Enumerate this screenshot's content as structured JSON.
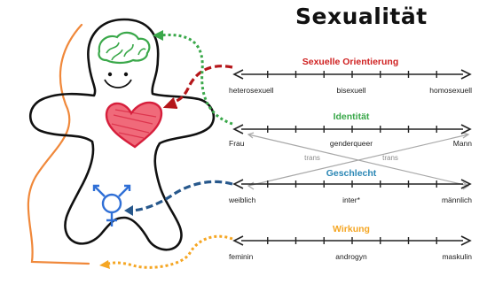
{
  "title": "Sexualität",
  "colors": {
    "orientation": "#cf1f1f",
    "identity": "#3aa84a",
    "sex": "#2b87b5",
    "expression": "#f5a623",
    "body_outline": "#111111",
    "brain": "#3aa84a",
    "heart": "#e0334a",
    "symbol": "#2f6fd6",
    "side_line": "#f0883a",
    "cross_lines": "#a8a8a8"
  },
  "scales": [
    {
      "title": "Sexuelle Orientierung",
      "color_key": "orientation",
      "left": "heterosexuell",
      "middle": "bisexuell",
      "right": "homosexuell"
    },
    {
      "title": "Identität",
      "color_key": "identity",
      "left": "Frau",
      "middle": "genderqueer",
      "right": "Mann"
    },
    {
      "title": "Geschlecht",
      "color_key": "sex",
      "left": "weiblich",
      "middle": "inter*",
      "right": "männlich"
    },
    {
      "title": "Wirkung",
      "color_key": "expression",
      "left": "feminin",
      "middle": "androgyn",
      "right": "maskulin"
    }
  ],
  "trans_labels": [
    "trans",
    "trans"
  ],
  "icons": {
    "brain": "brain-icon",
    "heart": "heart-icon",
    "gender_symbol": "intersex-symbol-icon",
    "smile": "smiley-face-icon"
  }
}
